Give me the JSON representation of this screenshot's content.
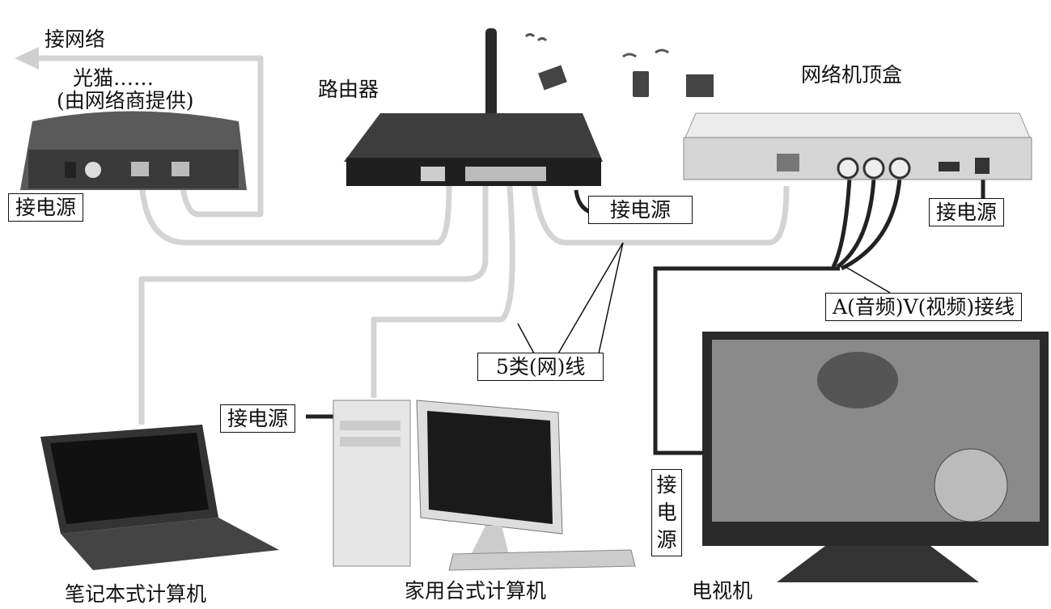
{
  "labels": {
    "internet": "接网络",
    "modem": "光猫……",
    "modem_note": "(由网络商提供)",
    "router": "路由器",
    "settop": "网络机顶盒",
    "laptop": "笔记本式计算机",
    "desktop": "家用台式计算机",
    "tv": "电视机"
  },
  "callouts": {
    "modem_power": "接电源",
    "router_power": "接电源",
    "settop_power": "接电源",
    "desktop_power": "接电源",
    "tv_power": [
      "接",
      "电",
      "源"
    ],
    "av_cable": "A(音频)V(视频)接线",
    "cat5_cable": "5类(网)线"
  },
  "colors": {
    "cable_light": "#d4d4d4",
    "cable_dark": "#222222",
    "device_dark": "#2b2b2b",
    "device_light": "#d8d8d8"
  }
}
